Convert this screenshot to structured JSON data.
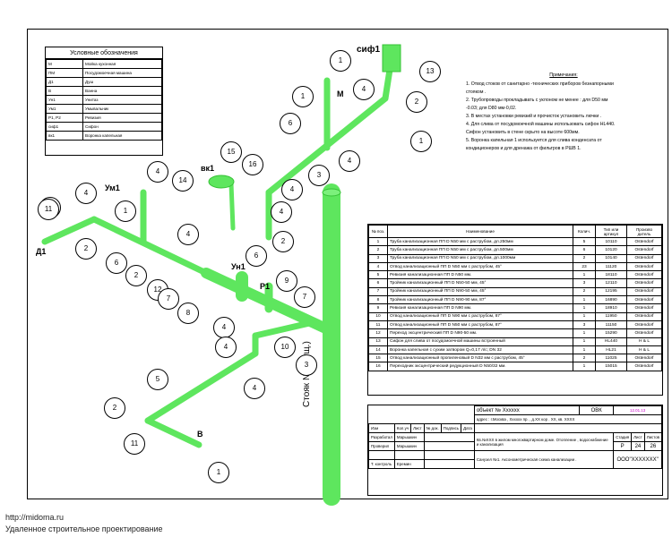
{
  "legend": {
    "title": "Условные обозначения",
    "rows": [
      [
        "М",
        "Мойка кухонная"
      ],
      [
        "ПМ",
        "Посудомоечная машина"
      ],
      [
        "Д1",
        "Душ"
      ],
      [
        "В",
        "Ванна"
      ],
      [
        "Ун1",
        "Унитаз"
      ],
      [
        "Ум1",
        "Умывальник"
      ],
      [
        "Р1, Р2",
        "Ревизия"
      ],
      [
        "сиф1",
        "Сифон"
      ],
      [
        "вк1",
        "Воронка капельная"
      ]
    ]
  },
  "notes": {
    "title": "Примечания:",
    "items": [
      "1.   Отвод стоков от санитарно -технических приборов безнапорными\n       стояком .",
      "2.   Трубопроводы  прокладывать с уклоном не менее    : для  D50 мм\n       -0.03;  для D80 мм-0,02.",
      "3.   В местах установки ревизий и прочисток установить лючки       .",
      "4.   Для слива от посудомоечной  машины использовать сифон      HL440.\n       Сифон установить в стене скрыто на высоте       600мм.",
      "5.   Воронка капельная   1  используется для слива конденсата от\n       кондиционеров и  для дренажа от фильтров в РШВ     1."
    ]
  },
  "spec": {
    "headers": [
      "№ поз.",
      "Наименование",
      "Колич.",
      "Тип или артикул",
      "Произво дитель"
    ],
    "rows": [
      [
        "1",
        "Труба канализационная ПП D   N50 мм с раструбом, дл.250мм",
        "5",
        "10110",
        "Ostendorf"
      ],
      [
        "2",
        "Труба канализационная ПП D   N50 мм с раструбом, дл.500мм",
        "6",
        "10120",
        "Ostendorf"
      ],
      [
        "3",
        "Труба канализационная ПП D   N50 мм с раструбом, дл.1000мм",
        "2",
        "10140",
        "Ostendorf"
      ],
      [
        "4",
        "Отвод канализационный ПП D    N50 мм с раструбом, 45°",
        "23",
        "11120",
        "Ostendorf"
      ],
      [
        "5",
        "Ревизия канализационная ПП D    N50 мм.",
        "1",
        "18110",
        "Ostendorf"
      ],
      [
        "6",
        "Тройник канализационный ПП D   N50-50 мм, 45°",
        "3",
        "12110",
        "Ostendorf"
      ],
      [
        "7",
        "Тройник канализационный ПП D   N90-50 мм, 45°",
        "2",
        "12195",
        "Ostendorf"
      ],
      [
        "8",
        "Тройник канализационный ПП D   N90-90 мм, 87°",
        "1",
        "16890",
        "Ostendorf"
      ],
      [
        "9",
        "Ревизия канализационная ПП D    N90 мм.",
        "1",
        "18910",
        "Ostendorf"
      ],
      [
        "10",
        "Отвод канализационный ПП D    N90 мм с раструбом, 87°",
        "1",
        "11950",
        "Ostendorf"
      ],
      [
        "11",
        "Отвод канализационный ПП D    N50 мм с раструбом, 87°",
        "3",
        "11150",
        "Ostendorf"
      ],
      [
        "12",
        "Переход эксцентрический ПП D    N90-50 мм.",
        "1",
        "15290",
        "Ostendorf"
      ],
      [
        "13",
        "Сифон для слива от посудомоечной  машины встроенный",
        "1",
        "HL440",
        "H & L"
      ],
      [
        "14",
        "Воронка капельная с сухим затвором     Q=0,17  л/с; DN 32",
        "1",
        "HL21",
        "H & L"
      ],
      [
        "15",
        "Отвод канализационный пропиленовый D    N32 мм с раструбом, 45°",
        "2",
        "11025",
        "Ostendorf"
      ],
      [
        "16",
        "Переходник эксцентрический редукционный D    N50/32 мм.",
        "1",
        "15015",
        "Ostendorf"
      ]
    ]
  },
  "stamp": {
    "object": "объект № Хххххх",
    "section": "ОВК",
    "date": "12.01.13",
    "address": "адрес : г.Москва , Хххххх пр. , д.ХХ кор . ХХ, кв. ХХХХ",
    "headers": [
      "Изм",
      "Кол.уч",
      "Лист",
      "№ док.",
      "Подпись",
      "Дата"
    ],
    "people": [
      [
        "Разработал",
        "Марышкин"
      ],
      [
        "Проверил",
        "Марышкин"
      ],
      [
        "",
        ""
      ],
      [
        "Т. контроль",
        "Еремин"
      ]
    ],
    "project": "Кв.№ХХХ в жилом многоквартирном доме. Отопление , водоснабжение и канализация",
    "stage_label": "Стадия",
    "sheet_label": "Лист",
    "sheets_label": "Листов",
    "stage": "Р",
    "sheet": "24",
    "sheets": "26",
    "drawing": "Санузел №1. Аксонометрическая схема  канализации .",
    "company": "ООО\"ХХХХХХХ\""
  },
  "fixtures": {
    "sif1": "сиф1",
    "m": "М",
    "vk1": "вк1",
    "um1": "Ум1",
    "d1": "Д1",
    "un1": "Ун1",
    "p1": "Р1",
    "v": "В",
    "riser": "Стояк №1(сущ.)"
  },
  "callouts": [
    "11",
    "1",
    "4",
    "1",
    "13",
    "2",
    "1",
    "4",
    "6",
    "3",
    "15",
    "16",
    "14",
    "4",
    "4",
    "4",
    "11",
    "4",
    "1",
    "2",
    "4",
    "6",
    "2",
    "6",
    "2",
    "12",
    "7",
    "8",
    "9",
    "7",
    "4",
    "4",
    "10",
    "3",
    "5",
    "4",
    "2",
    "11",
    "1"
  ],
  "footer": {
    "site": "http://midoma.ru",
    "tagline": "Удаленное строительное проектирование"
  },
  "colors": {
    "pipe": "#5ee65e",
    "pipe_dark": "#36c236",
    "accent_date": "#cc00cc"
  }
}
